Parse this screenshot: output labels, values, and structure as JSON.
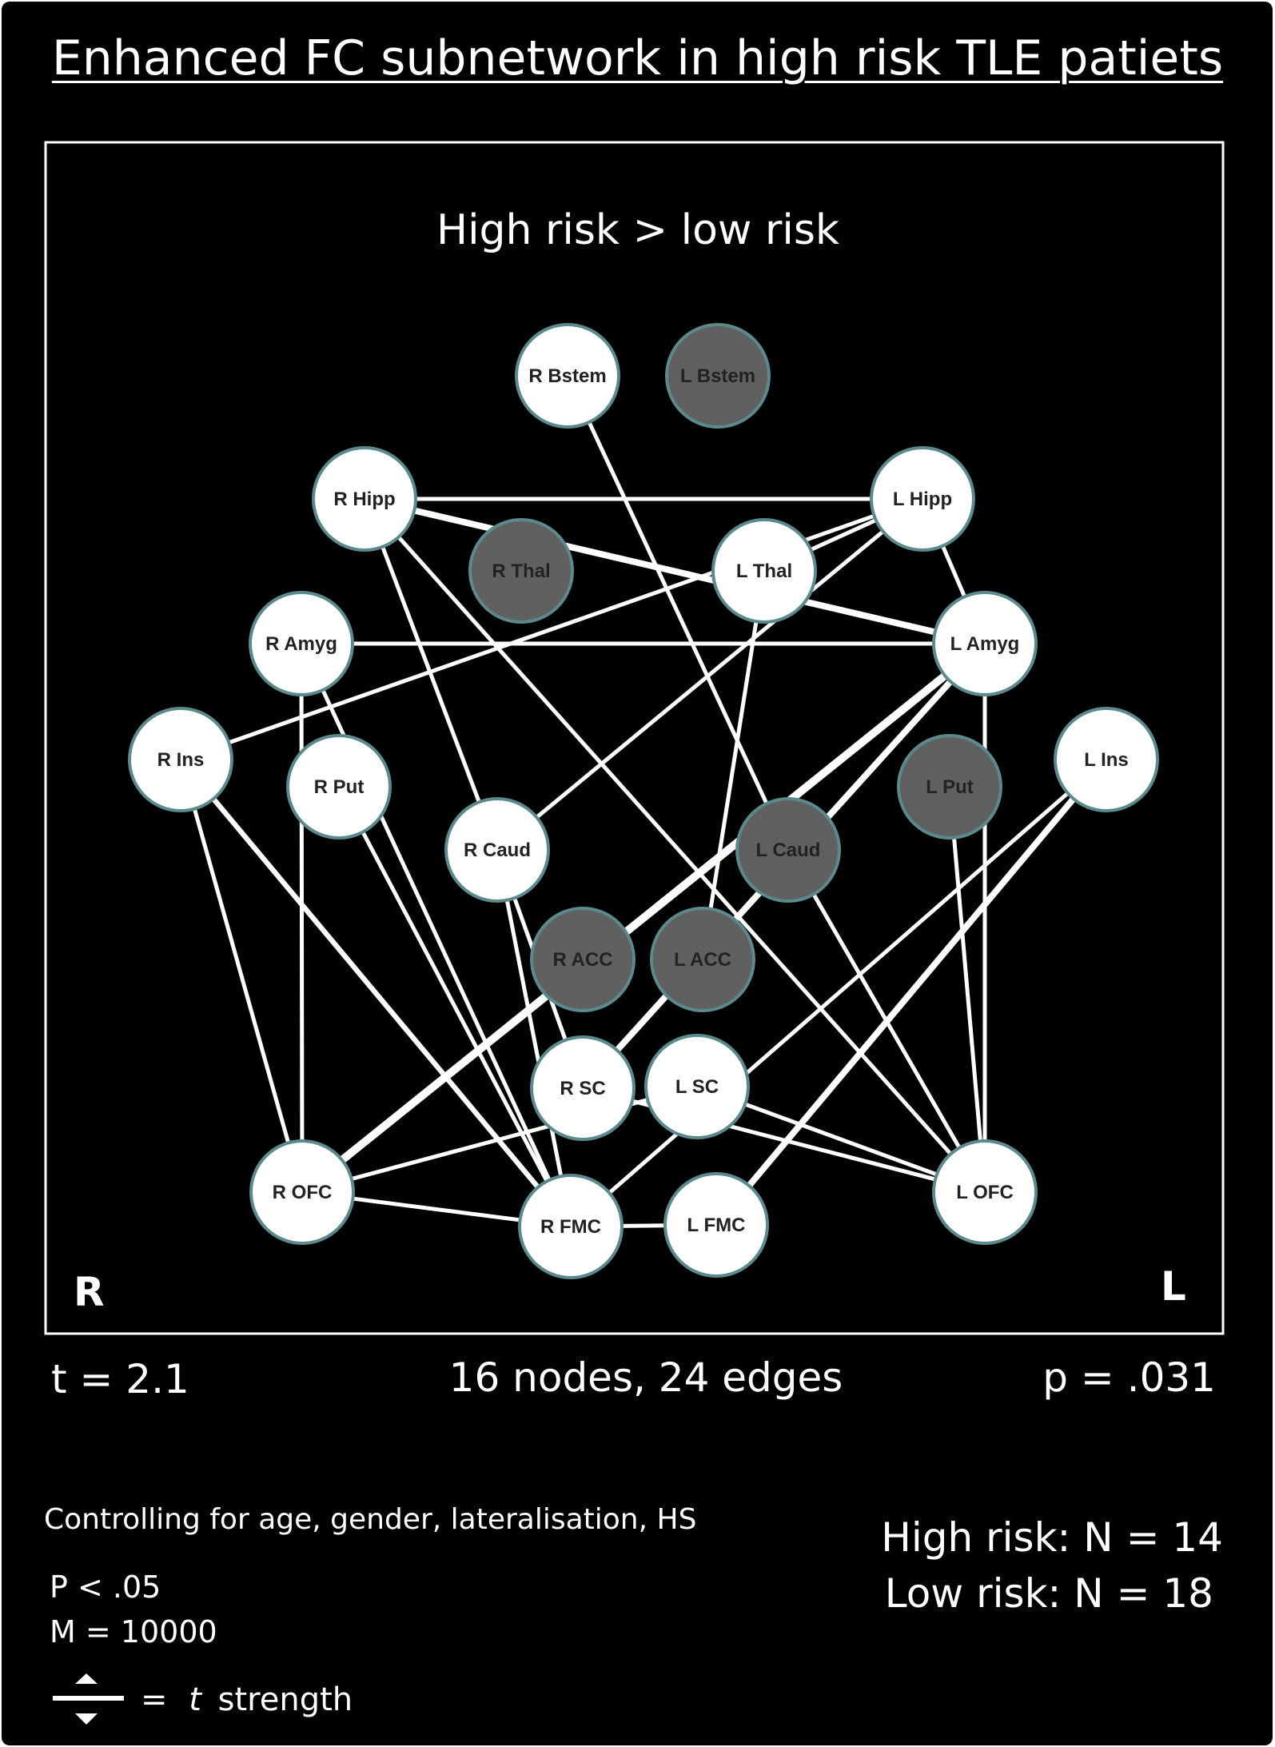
{
  "title": "Enhanced FC subnetwork in high risk TLE patiets",
  "contrast_label": "High risk > low risk",
  "side_right": "R",
  "side_left": "L",
  "threshold_t": "t = 2.1",
  "network_summary": "16 nodes, 24 edges",
  "p_value": "p = .031",
  "covariates": "Controlling for age, gender, lateralisation, HS",
  "alpha": "P < .05",
  "permutations": "M = 10000",
  "legend_equals": "=",
  "legend_t": "t",
  "legend_strength": "strength",
  "high_risk_n": "High risk: N = 14",
  "low_risk_n": "Low risk: N = 18",
  "colors": {
    "background": "#000000",
    "edge": "#ffffff",
    "node_in_network": "#ffffff",
    "node_not_in_network": "#606060",
    "node_border": "#5a8a8c",
    "text": "#ffffff"
  },
  "nodes": [
    {
      "id": "RBstem",
      "label": "R Bstem",
      "in_network": true
    },
    {
      "id": "LBstem",
      "label": "L Bstem",
      "in_network": false
    },
    {
      "id": "RHipp",
      "label": "R Hipp",
      "in_network": true
    },
    {
      "id": "LHipp",
      "label": "L Hipp",
      "in_network": true
    },
    {
      "id": "RThal",
      "label": "R Thal",
      "in_network": false
    },
    {
      "id": "LThal",
      "label": "L Thal",
      "in_network": true
    },
    {
      "id": "RAmyg",
      "label": "R Amyg",
      "in_network": true
    },
    {
      "id": "LAmyg",
      "label": "L Amyg",
      "in_network": true
    },
    {
      "id": "RIns",
      "label": "R Ins",
      "in_network": true
    },
    {
      "id": "LIns",
      "label": "L Ins",
      "in_network": true
    },
    {
      "id": "RPut",
      "label": "R Put",
      "in_network": true
    },
    {
      "id": "LPut",
      "label": "L Put",
      "in_network": false
    },
    {
      "id": "RCaud",
      "label": "R Caud",
      "in_network": true
    },
    {
      "id": "LCaud",
      "label": "L Caud",
      "in_network": false
    },
    {
      "id": "RACC",
      "label": "R ACC",
      "in_network": false
    },
    {
      "id": "LACC",
      "label": "L ACC",
      "in_network": false
    },
    {
      "id": "RSC",
      "label": "R SC",
      "in_network": true
    },
    {
      "id": "LSC",
      "label": "L SC",
      "in_network": true
    },
    {
      "id": "ROFC",
      "label": "R OFC",
      "in_network": true
    },
    {
      "id": "LOFC",
      "label": "L OFC",
      "in_network": true
    },
    {
      "id": "RFMC",
      "label": "R FMC",
      "in_network": true
    },
    {
      "id": "LFMC",
      "label": "L FMC",
      "in_network": true
    }
  ],
  "edges": [
    {
      "source": "RHipp",
      "target": "LHipp",
      "t": 1.0
    },
    {
      "source": "RHipp",
      "target": "LAmyg",
      "t": 1.6
    },
    {
      "source": "RHipp",
      "target": "RCaud",
      "t": 1.0
    },
    {
      "source": "RHipp",
      "target": "LOFC",
      "t": 1.0
    },
    {
      "source": "RBstem",
      "target": "LCaud",
      "t": 1.0
    },
    {
      "source": "LHipp",
      "target": "LThal",
      "t": 1.0
    },
    {
      "source": "LHipp",
      "target": "RIns",
      "t": 1.0
    },
    {
      "source": "LHipp",
      "target": "RCaud",
      "t": 1.0
    },
    {
      "source": "LHipp",
      "target": "LAmyg",
      "t": 1.0
    },
    {
      "source": "LThal",
      "target": "LACC",
      "t": 1.0
    },
    {
      "source": "RAmyg",
      "target": "LAmyg",
      "t": 1.0
    },
    {
      "source": "RAmyg",
      "target": "ROFC",
      "t": 1.0
    },
    {
      "source": "RAmyg",
      "target": "RFMC",
      "t": 1.0
    },
    {
      "source": "LAmyg",
      "target": "ROFC",
      "t": 2.0
    },
    {
      "source": "LAmyg",
      "target": "RSC",
      "t": 1.6
    },
    {
      "source": "LAmyg",
      "target": "LOFC",
      "t": 1.0
    },
    {
      "source": "RIns",
      "target": "ROFC",
      "t": 1.0
    },
    {
      "source": "RIns",
      "target": "RFMC",
      "t": 1.3
    },
    {
      "source": "RPut",
      "target": "RFMC",
      "t": 1.0
    },
    {
      "source": "RCaud",
      "target": "RFMC",
      "t": 1.0
    },
    {
      "source": "RCaud",
      "target": "RSC",
      "t": 1.0
    },
    {
      "source": "LIns",
      "target": "RFMC",
      "t": 1.0
    },
    {
      "source": "LIns",
      "target": "LFMC",
      "t": 1.6
    },
    {
      "source": "LCaud",
      "target": "LOFC",
      "t": 1.0
    },
    {
      "source": "LPut",
      "target": "LOFC",
      "t": 1.0
    },
    {
      "source": "LSC",
      "target": "LOFC",
      "t": 1.0
    },
    {
      "source": "LSC",
      "target": "ROFC",
      "t": 1.0
    },
    {
      "source": "RSC",
      "target": "LOFC",
      "t": 1.0
    },
    {
      "source": "ROFC",
      "target": "RFMC",
      "t": 1.0
    },
    {
      "source": "RFMC",
      "target": "LFMC",
      "t": 1.0
    }
  ]
}
